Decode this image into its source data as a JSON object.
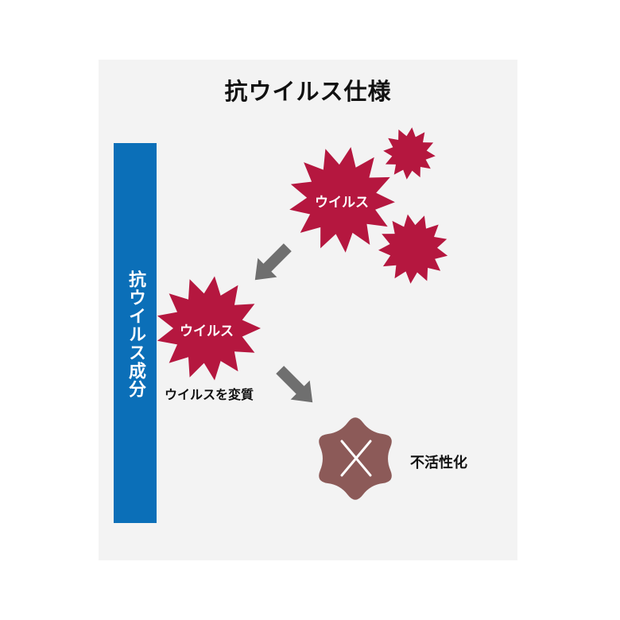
{
  "title": "抗ウイルス仕様",
  "bar_label": "抗ウイルス成分",
  "virus_label_large": "ウイルス",
  "virus_label_attacked": "ウイルス",
  "caption_denature": "ウイルスを変質",
  "caption_inactivate": "不活性化",
  "colors": {
    "background_panel": "#f3f3f3",
    "bar": "#0b6fb8",
    "virus": "#b5173f",
    "inactive_virus": "#8c5a58",
    "arrow": "#6f6f6f"
  },
  "icons": [
    "virus-burst-icon",
    "arrow-icon",
    "inactive-virus-icon",
    "x-mark-icon"
  ]
}
